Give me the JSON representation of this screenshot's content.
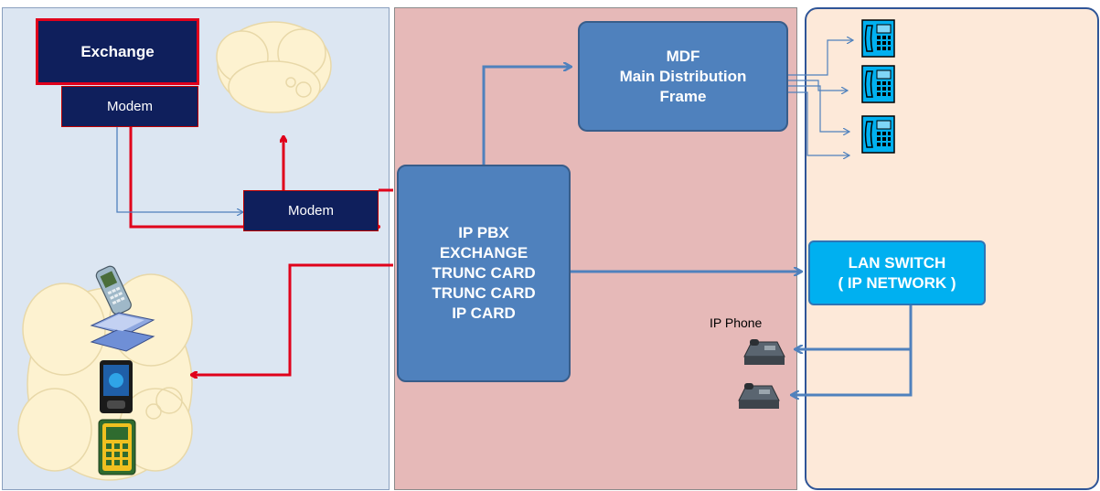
{
  "left_panel": {
    "exchange_label": "Exchange",
    "modem_top_label": "Modem",
    "modem_mid_label": "Modem"
  },
  "middle_panel": {
    "mdf_label": "MDF\nMain Distribution\nFrame",
    "pbx_label": "IP PBX\nEXCHANGE\nTRUNC CARD\nTRUNC CARD\nIP CARD"
  },
  "right_panel": {
    "lan_switch_label": "LAN SWITCH\n( IP NETWORK )",
    "ip_phone_label": "IP Phone"
  },
  "colors": {
    "red_link": "#e0001b",
    "blue_link": "#4f81bd",
    "navy_box": "#0f1f5c",
    "phone_fill": "#00b0f0"
  },
  "icons": [
    "cloud-icon",
    "cell-phone-icon",
    "desk-phone-icon",
    "ip-phone-icon"
  ]
}
